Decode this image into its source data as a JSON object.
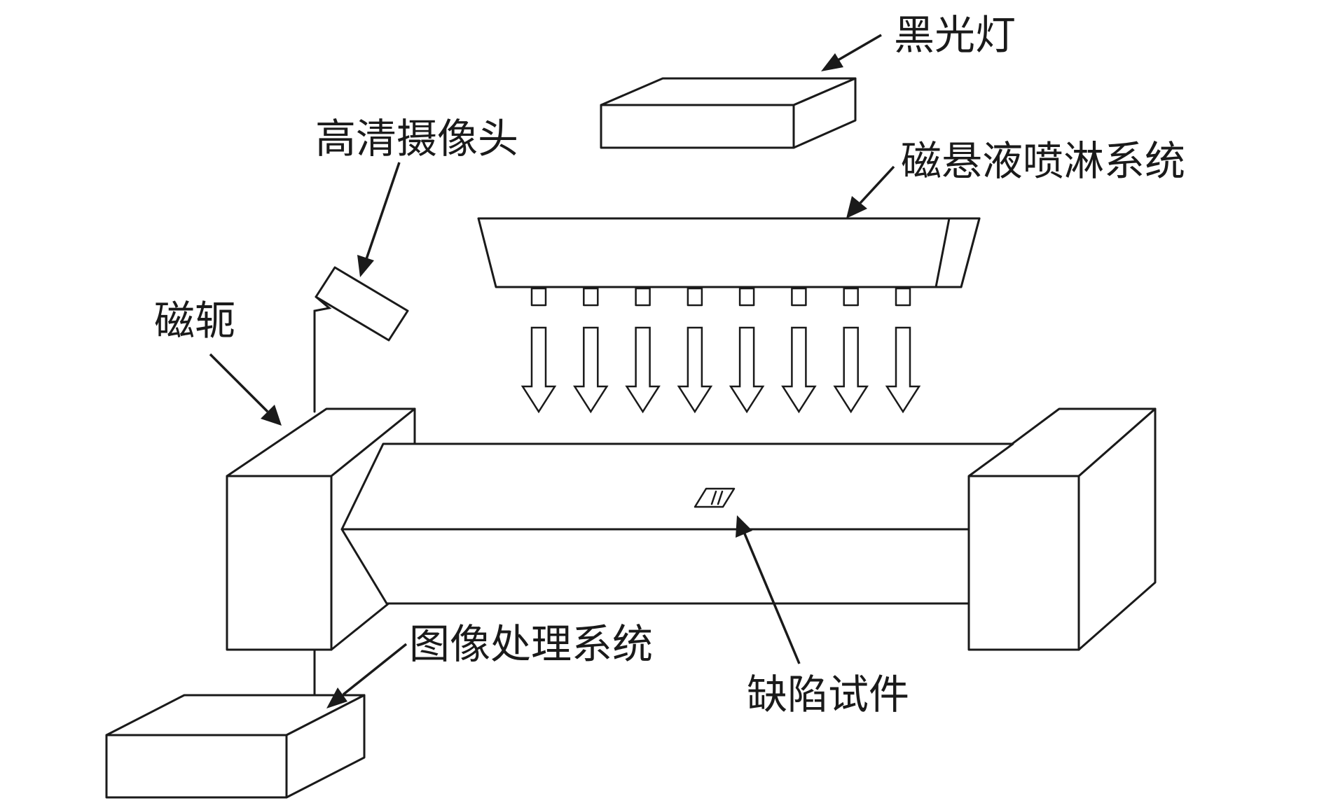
{
  "labels": {
    "black_light": "黑光灯",
    "hd_camera": "高清摄像头",
    "spray_system": "磁悬液喷淋系统",
    "magnetic_yoke": "磁轭",
    "image_processing": "图像处理系统",
    "defect_specimen": "缺陷试件"
  },
  "spray_arrow_count": 8
}
